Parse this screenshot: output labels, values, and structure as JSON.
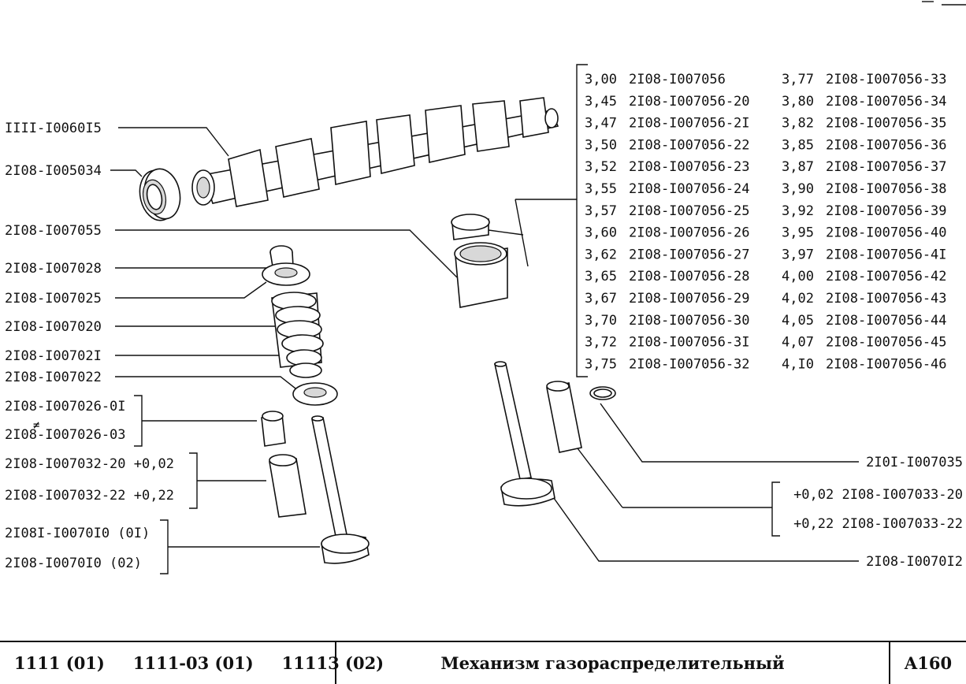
{
  "parts_left": [
    "IIII-I0060I5",
    "2I08-I005034",
    "2I08-I007055",
    "2I08-I007028",
    "2I08-I007025",
    "2I08-I007020",
    "2I08-I00702I",
    "2I08-I007022",
    "2I08-I007026-0I",
    "2I08-I007026-03",
    "2I08-I007032-20 +0,02",
    "2I08-I007032-22 +0,22",
    "2I08I-I0070I0 (0I)",
    "2I08-I0070I0  (02)"
  ],
  "parts_right": [
    "2I0I-I007035",
    "+0,02 2I08-I007033-20",
    "+0,22 2I08-I007033-22",
    "2I08-I0070I2"
  ],
  "shims": [
    {
      "size": "3,00",
      "part": "2I08-I007056"
    },
    {
      "size": "3,45",
      "part": "2I08-I007056-20"
    },
    {
      "size": "3,47",
      "part": "2I08-I007056-2I"
    },
    {
      "size": "3,50",
      "part": "2I08-I007056-22"
    },
    {
      "size": "3,52",
      "part": "2I08-I007056-23"
    },
    {
      "size": "3,55",
      "part": "2I08-I007056-24"
    },
    {
      "size": "3,57",
      "part": "2I08-I007056-25"
    },
    {
      "size": "3,60",
      "part": "2I08-I007056-26"
    },
    {
      "size": "3,62",
      "part": "2I08-I007056-27"
    },
    {
      "size": "3,65",
      "part": "2I08-I007056-28"
    },
    {
      "size": "3,67",
      "part": "2I08-I007056-29"
    },
    {
      "size": "3,70",
      "part": "2I08-I007056-30"
    },
    {
      "size": "3,72",
      "part": "2I08-I007056-3I"
    },
    {
      "size": "3,75",
      "part": "2I08-I007056-32"
    },
    {
      "size": "3,77",
      "part": "2I08-I007056-33"
    },
    {
      "size": "3,80",
      "part": "2I08-I007056-34"
    },
    {
      "size": "3,82",
      "part": "2I08-I007056-35"
    },
    {
      "size": "3,85",
      "part": "2I08-I007056-36"
    },
    {
      "size": "3,87",
      "part": "2I08-I007056-37"
    },
    {
      "size": "3,90",
      "part": "2I08-I007056-38"
    },
    {
      "size": "3,92",
      "part": "2I08-I007056-39"
    },
    {
      "size": "3,95",
      "part": "2I08-I007056-40"
    },
    {
      "size": "3,97",
      "part": "2I08-I007056-4I"
    },
    {
      "size": "4,00",
      "part": "2I08-I007056-42"
    },
    {
      "size": "4,02",
      "part": "2I08-I007056-43"
    },
    {
      "size": "4,05",
      "part": "2I08-I007056-44"
    },
    {
      "size": "4,07",
      "part": "2I08-I007056-45"
    },
    {
      "size": "4,I0",
      "part": "2I08-I007056-46"
    }
  ],
  "footer": {
    "models": [
      "1111 (01)",
      "1111-03 (01)",
      "11113 (02)"
    ],
    "title": "Механизм газораспределительный",
    "code": "A160"
  }
}
